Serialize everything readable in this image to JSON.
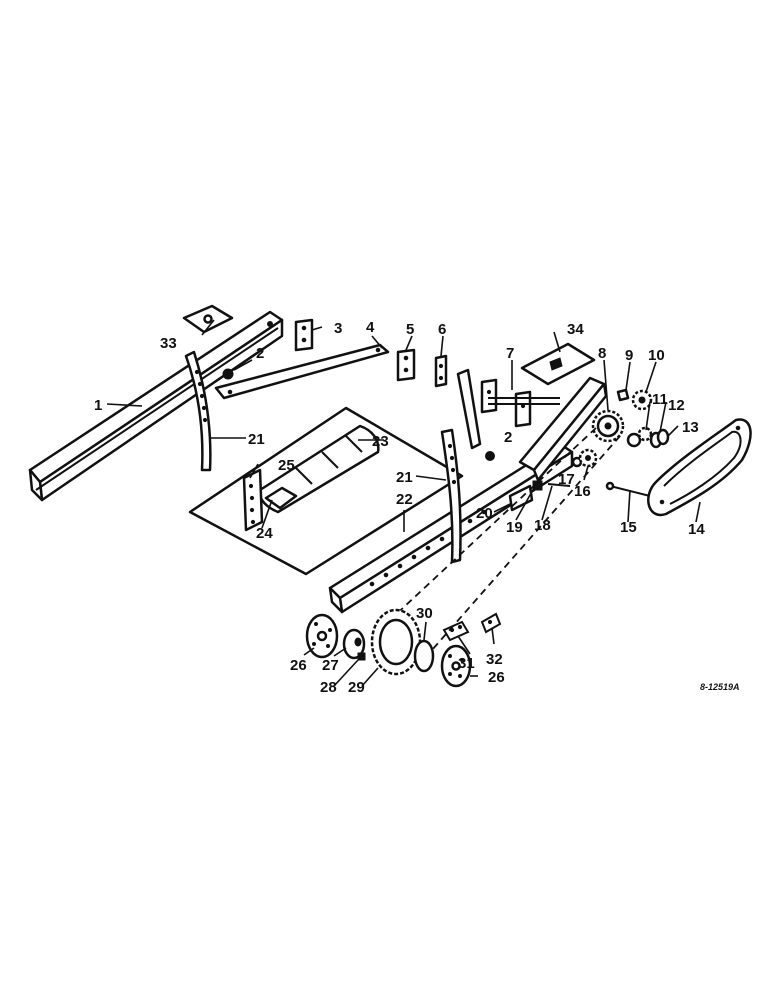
{
  "drawing_number": "8-12519A",
  "callouts": {
    "c1": "1",
    "c2a": "2",
    "c2b": "2",
    "c3": "3",
    "c4": "4",
    "c5": "5",
    "c6": "6",
    "c7": "7",
    "c8": "8",
    "c9": "9",
    "c10": "10",
    "c11": "11",
    "c12": "12",
    "c13": "13",
    "c14": "14",
    "c15": "15",
    "c16": "16",
    "c17": "17",
    "c18": "18",
    "c19": "19",
    "c20": "20",
    "c21a": "21",
    "c21b": "21",
    "c22": "22",
    "c23": "23",
    "c24": "24",
    "c25": "25",
    "c26a": "26",
    "c26b": "26",
    "c27": "27",
    "c28": "28",
    "c29": "29",
    "c30": "30",
    "c31": "31",
    "c32": "32",
    "c33": "33",
    "c34": "34"
  }
}
